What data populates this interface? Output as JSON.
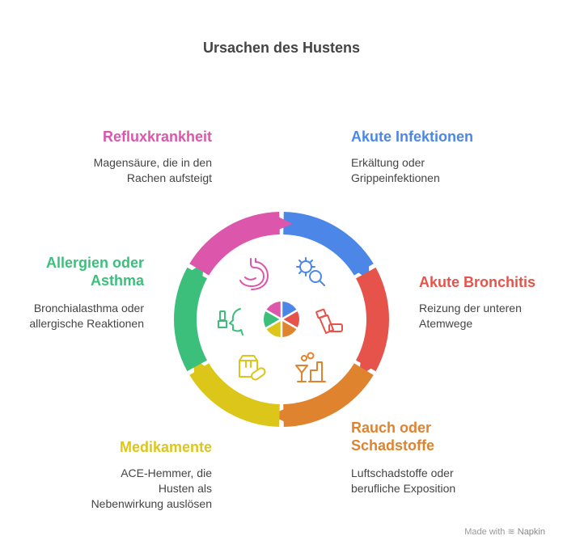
{
  "title": "Ursachen des Hustens",
  "footer": {
    "made_with": "Made with",
    "brand": "Napkin"
  },
  "colors": {
    "reflux": "#DC56AC",
    "infektionen": "#4C87E8",
    "bronchitis": "#E5534B",
    "rauch": "#E0832E",
    "medikamente": "#DDC61A",
    "allergien": "#3DBF7C",
    "text": "#444444"
  },
  "causes": [
    {
      "id": "akute-infektionen",
      "title": "Akute Infektionen",
      "desc": [
        "Erkältung oder",
        "Grippeinfektionen"
      ],
      "color": "#4C87E8",
      "icon": "virus-magnifier-icon"
    },
    {
      "id": "akute-bronchitis",
      "title": "Akute Bronchitis",
      "desc": [
        "Reizung der unteren",
        "Atemwege"
      ],
      "color": "#E5534B",
      "icon": "inhaler-icon"
    },
    {
      "id": "rauch-schadstoffe",
      "title": [
        "Rauch oder",
        "Schadstoffe"
      ],
      "desc": [
        "Luftschadstoffe oder",
        "berufliche Exposition"
      ],
      "color": "#E0832E",
      "icon": "factory-smoke-icon"
    },
    {
      "id": "medikamente",
      "title": "Medikamente",
      "desc": [
        "ACE-Hemmer, die",
        "Husten als",
        "Nebenwirkung auslösen"
      ],
      "color": "#DDC61A",
      "icon": "medicine-box-icon"
    },
    {
      "id": "allergien-asthma",
      "title": [
        "Allergien oder",
        "Asthma"
      ],
      "desc": [
        "Bronchialasthma oder",
        "allergische Reaktionen"
      ],
      "color": "#3DBF7C",
      "icon": "person-inhaler-icon"
    },
    {
      "id": "refluxkrankheit",
      "title": "Refluxkrankheit",
      "desc": [
        "Magensäure, die in den",
        "Rachen aufsteigt"
      ],
      "color": "#DC56AC",
      "icon": "stomach-icon"
    }
  ]
}
